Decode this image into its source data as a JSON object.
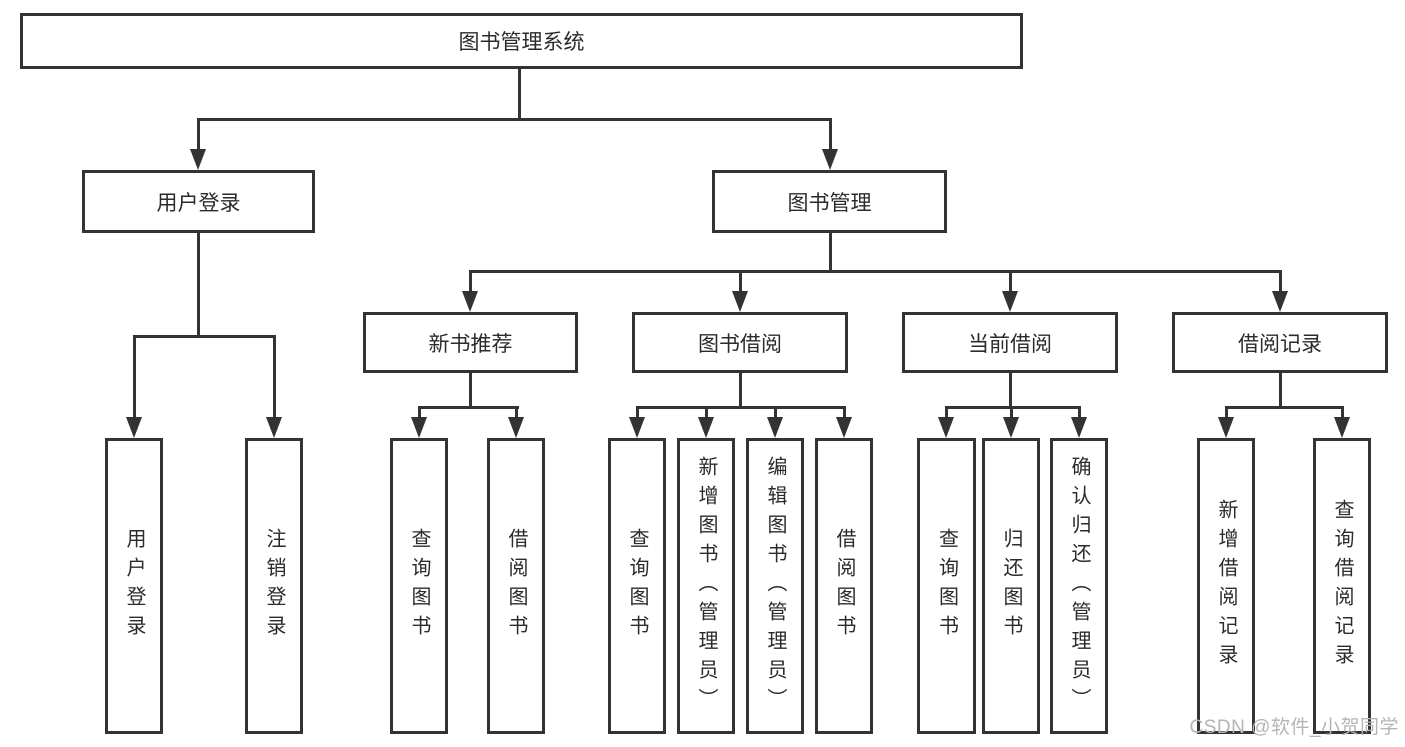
{
  "diagram": {
    "root": {
      "label": "图书管理系统"
    },
    "level2": {
      "user_login": {
        "label": "用户登录"
      },
      "book_mgmt": {
        "label": "图书管理"
      }
    },
    "level3": {
      "new_book_rec": {
        "label": "新书推荐"
      },
      "book_borrow": {
        "label": "图书借阅"
      },
      "current_borrow": {
        "label": "当前借阅"
      },
      "borrow_records": {
        "label": "借阅记录"
      }
    },
    "leaves": {
      "login": {
        "label": "用户登录"
      },
      "logout": {
        "label": "注销登录"
      },
      "nbr_query_books": {
        "label": "查询图书"
      },
      "nbr_borrow_books": {
        "label": "借阅图书"
      },
      "bb_query_books": {
        "label": "查询图书"
      },
      "bb_add_books": {
        "label": "新增图书（管理员）"
      },
      "bb_edit_books": {
        "label": "编辑图书（管理员）"
      },
      "bb_borrow_books": {
        "label": "借阅图书"
      },
      "cb_query_books": {
        "label": "查询图书"
      },
      "cb_return_books": {
        "label": "归还图书"
      },
      "cb_confirm_return": {
        "label": "确认归还（管理员）"
      },
      "br_add_record": {
        "label": "新增借阅记录"
      },
      "br_query_record": {
        "label": "查询借阅记录"
      }
    }
  },
  "watermark": {
    "text": "CSDN @软件_小贺同学"
  },
  "colors": {
    "line": "#333333",
    "text": "#2b2b2b",
    "box_background": "#ffffff",
    "watermark_text": "#b5b5b5"
  }
}
